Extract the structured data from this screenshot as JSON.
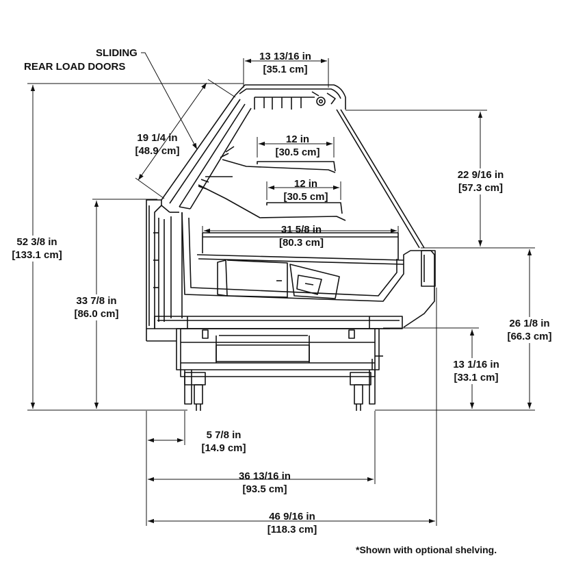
{
  "callout": {
    "line1": "SLIDING",
    "line2": "REAR LOAD DOORS"
  },
  "dimensions": {
    "top_width": {
      "imperial": "13 13/16 in",
      "metric": "[35.1 cm]"
    },
    "door_length": {
      "imperial": "19 1/4 in",
      "metric": "[48.9 cm]"
    },
    "upper_shelf": {
      "imperial": "12 in",
      "metric": "[30.5 cm]"
    },
    "lower_shelf": {
      "imperial": "12 in",
      "metric": "[30.5 cm]"
    },
    "canopy_height": {
      "imperial": "22 9/16 in",
      "metric": "[57.3 cm]"
    },
    "deck_depth": {
      "imperial": "31 5/8 in",
      "metric": "[80.3 cm]"
    },
    "overall_height": {
      "imperial": "52 3/8 in",
      "metric": "[133.1 cm]"
    },
    "rear_height": {
      "imperial": "33 7/8 in",
      "metric": "[86.0 cm]"
    },
    "front_height": {
      "imperial": "26 1/8 in",
      "metric": "[66.3 cm]"
    },
    "base_height": {
      "imperial": "13 1/16 in",
      "metric": "[33.1 cm]"
    },
    "rear_offset": {
      "imperial": "5 7/8 in",
      "metric": "[14.9 cm]"
    },
    "base_depth": {
      "imperial": "36 13/16 in",
      "metric": "[93.5 cm]"
    },
    "overall_depth": {
      "imperial": "46 9/16 in",
      "metric": "[118.3 cm]"
    }
  },
  "footnote": "*Shown with optional shelving."
}
